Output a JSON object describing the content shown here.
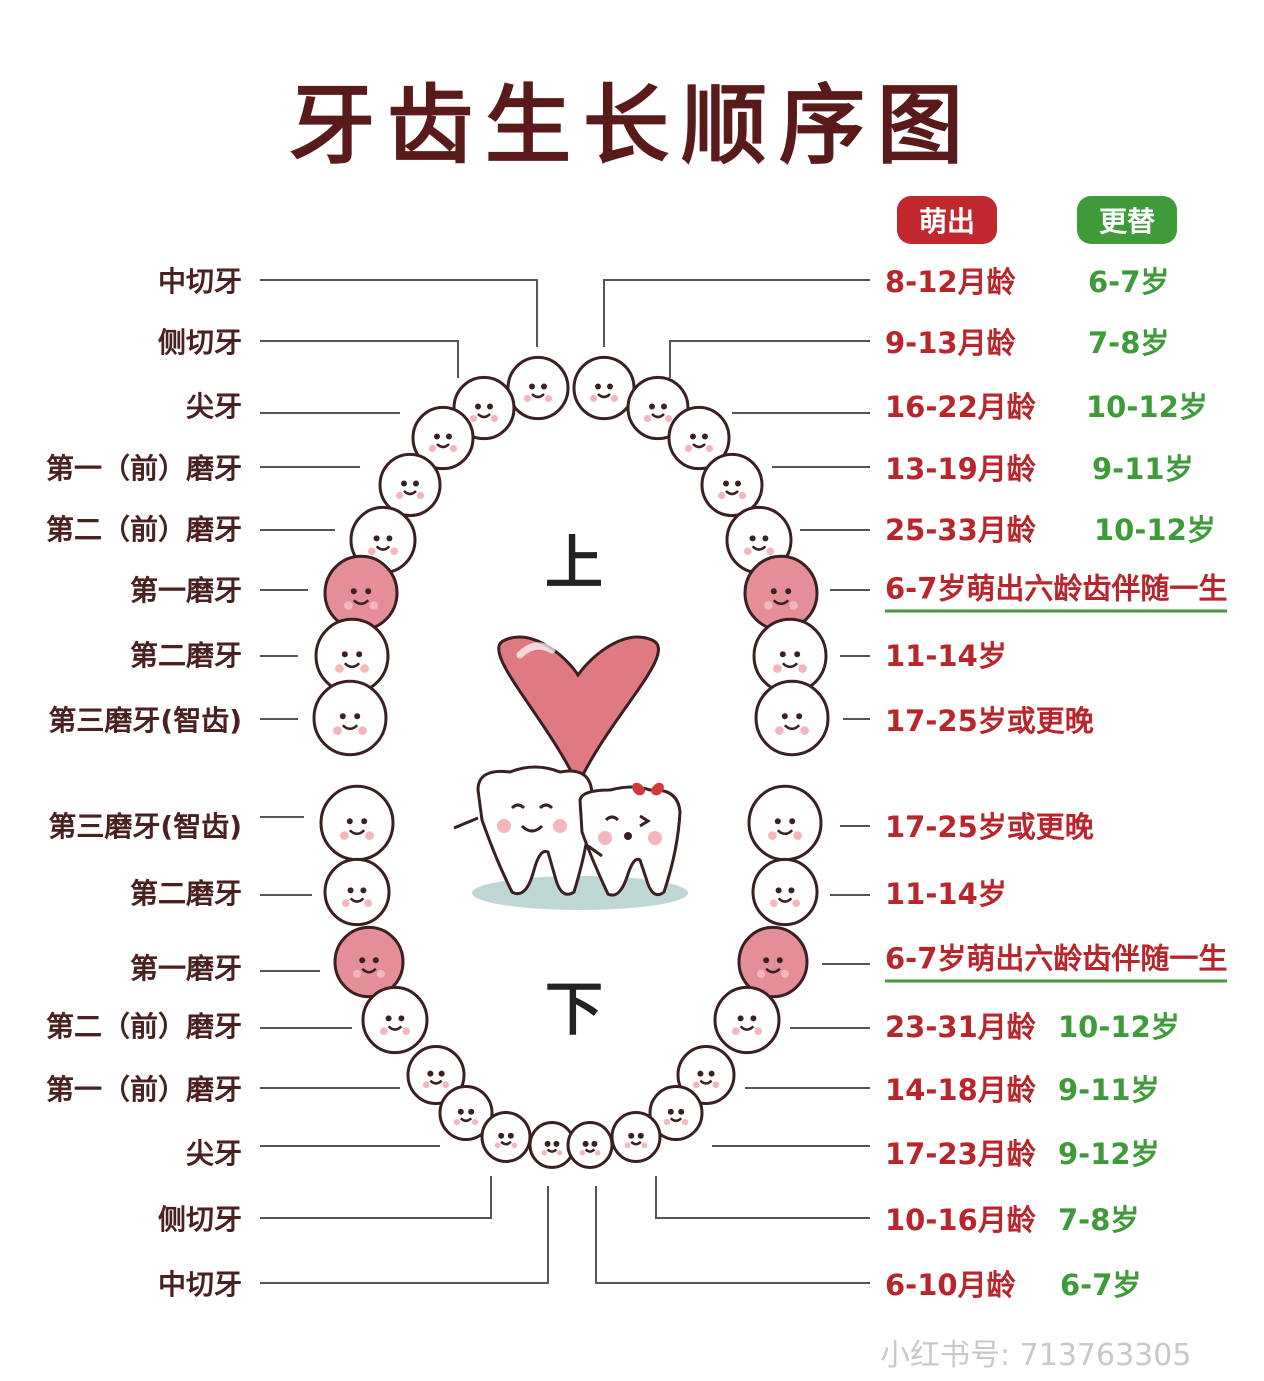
{
  "title": "牙齿生长顺序图",
  "legend": {
    "erupt": "萌出",
    "replace": "更替"
  },
  "jaw_labels": {
    "upper": "上",
    "lower": "下"
  },
  "upper": [
    {
      "name": "中切牙",
      "erupt": "8-12月龄",
      "replace": "6-7岁"
    },
    {
      "name": "侧切牙",
      "erupt": "9-13月龄",
      "replace": "7-8岁"
    },
    {
      "name": "尖牙",
      "erupt": "16-22月龄",
      "replace": "10-12岁"
    },
    {
      "name": "第一（前）磨牙",
      "erupt": "13-19月龄",
      "replace": "9-11岁"
    },
    {
      "name": "第二（前）磨牙",
      "erupt": "25-33月龄",
      "replace": "10-12岁"
    },
    {
      "name": "第一磨牙",
      "note": "6-7岁萌出六龄齿伴随一生"
    },
    {
      "name": "第二磨牙",
      "erupt": "11-14岁"
    },
    {
      "name": "第三磨牙(智齿)",
      "erupt": "17-25岁或更晚"
    }
  ],
  "lower": [
    {
      "name": "第三磨牙(智齿)",
      "erupt": "17-25岁或更晚"
    },
    {
      "name": "第二磨牙",
      "erupt": "11-14岁"
    },
    {
      "name": "第一磨牙",
      "note": "6-7岁萌出六龄齿伴随一生"
    },
    {
      "name": "第二（前）磨牙",
      "erupt": "23-31月龄",
      "replace": "10-12岁"
    },
    {
      "name": "第一（前）磨牙",
      "erupt": "14-18月龄",
      "replace": "9-11岁"
    },
    {
      "name": "尖牙",
      "erupt": "17-23月龄",
      "replace": "9-12岁"
    },
    {
      "name": "侧切牙",
      "erupt": "10-16月龄",
      "replace": "7-8岁"
    },
    {
      "name": "中切牙",
      "erupt": "6-10月龄",
      "replace": "6-7岁"
    }
  ],
  "watermark": "小红书号: 713763305",
  "colors": {
    "title": "#5b1a1a",
    "erupt": "#b8262c",
    "replace": "#3f9a3a",
    "first_molar": "#e48f98",
    "tooth": "#ffffff",
    "heart": "#e07a82"
  }
}
